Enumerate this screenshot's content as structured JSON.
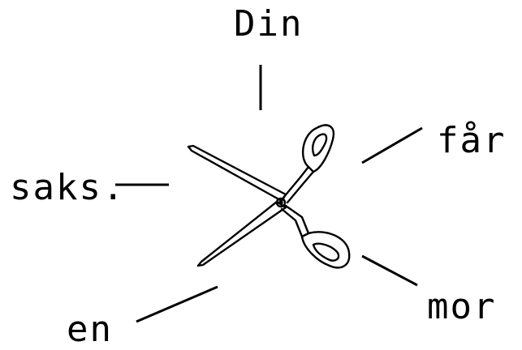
{
  "words": {
    "top": "Din",
    "right": "får",
    "left": "saks.",
    "bottom_left": "en",
    "bottom_right": "mor"
  },
  "icons": {
    "center": "scissors-icon"
  }
}
